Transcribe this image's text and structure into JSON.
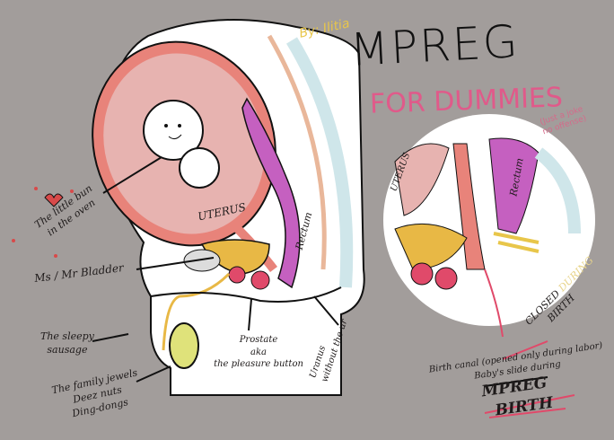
{
  "credit": "By: Ilitia",
  "title": "MPREG",
  "subtitle": "FOR DUMMIES",
  "disclaimer": [
    "(Just a joke",
    "no offense)"
  ],
  "labels": {
    "uterus": "UTERUS",
    "rectum": "Rectum",
    "bun_line1": "The little bun",
    "bun_line2": "in the oven",
    "bladder": "Ms / Mr Bladder",
    "sausage_line1": "The sleepy",
    "sausage_line2": "sausage",
    "jewels_line1": "The family jewels",
    "jewels_line2": "Deez nuts",
    "jewels_line3": "Ding-dongs",
    "prostate_line1": "Prostate",
    "prostate_line2": "aka",
    "prostate_line3": "the pleasure button",
    "uranus_line1": "Uranus",
    "uranus_line2": "without the ur"
  },
  "inset": {
    "uterus": "UTERUS",
    "rectum": "Rectum",
    "closed_line1": "CLOSED",
    "closed_line2": "DURING",
    "closed_line3": "BIRTH",
    "canal_line1": "Birth canal (opened only during labor)",
    "canal_line2": "Baby's slide during",
    "mpreg": "MPREG",
    "birth": "BIRTH"
  }
}
